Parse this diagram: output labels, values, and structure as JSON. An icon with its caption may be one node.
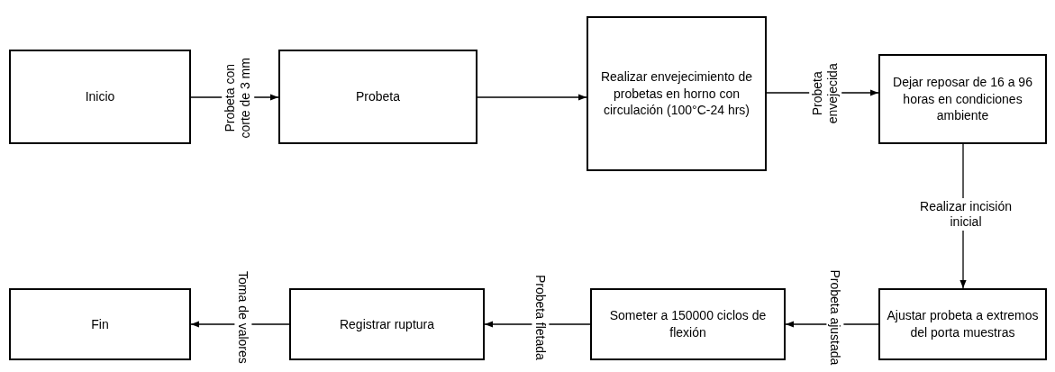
{
  "diagram": {
    "nodes": [
      {
        "text": [
          "Inicio"
        ]
      },
      {
        "text": [
          "Probeta"
        ]
      },
      {
        "text": [
          "Realizar envejecimiento de probetas en horno con circulación (100°C-24 hrs)"
        ]
      },
      {
        "text": [
          "Dejar reposar de 16 a 96 horas en condiciones ambiente"
        ]
      },
      {
        "text": [
          "Ajustar probeta a extremos del porta muestras"
        ]
      },
      {
        "text": [
          "Someter a 150000 ciclos de flexión"
        ]
      },
      {
        "text": [
          "Registrar ruptura"
        ]
      },
      {
        "text": [
          "Fin"
        ]
      }
    ],
    "edges": [
      {
        "from": 0,
        "to": 1,
        "arrow": "to",
        "label": "Probeta con corte de 3 mm"
      },
      {
        "from": 1,
        "to": 2,
        "arrow": "to"
      },
      {
        "from": 2,
        "to": 3,
        "arrow": "to",
        "label": "Probeta envejecida"
      },
      {
        "from": 3,
        "to": 4,
        "arrow": "to",
        "label": "Realizar incisión inicial"
      },
      {
        "from": 4,
        "to": 5,
        "arrow": "to",
        "label": "Probeta ajustada"
      },
      {
        "from": 5,
        "to": 6,
        "arrow": "to",
        "label": "Probeta fletada"
      },
      {
        "from": 6,
        "to": 7,
        "arrow": "to",
        "label": "Toma de valores"
      }
    ]
  }
}
